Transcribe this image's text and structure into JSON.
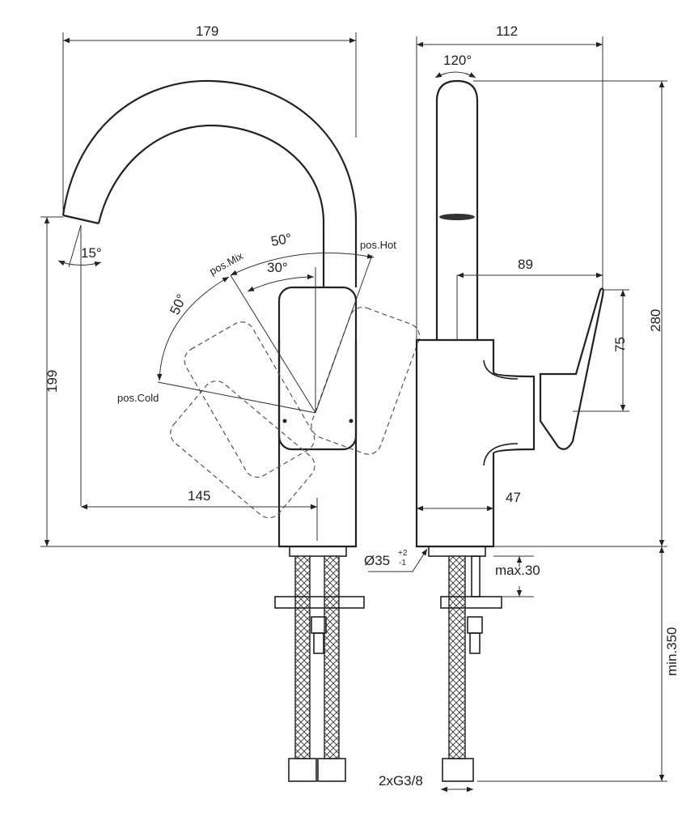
{
  "drawing": {
    "front_view": {
      "width_label": "179",
      "spout_angle_label": "15°",
      "pos_mix_label": "pos.Mix",
      "pos_hot_label": "pos.Hot",
      "pos_cold_label": "pos.Cold",
      "angle_50_upper_label": "50°",
      "angle_30_label": "30°",
      "angle_50_left_label": "50°",
      "height_spout_label": "199",
      "reach_label": "145"
    },
    "side_view": {
      "width_label": "112",
      "rotation_label": "120°",
      "lever_reach_label": "89",
      "lever_height_label": "75",
      "total_height_label": "280",
      "body_depth_label": "47",
      "hole_diameter_label": "Ø35",
      "tol_plus": "+2",
      "tol_minus": "-1",
      "max_thickness_label": "max.30",
      "min_hose_label": "min.350",
      "connection_label": "2xG3/8"
    }
  }
}
